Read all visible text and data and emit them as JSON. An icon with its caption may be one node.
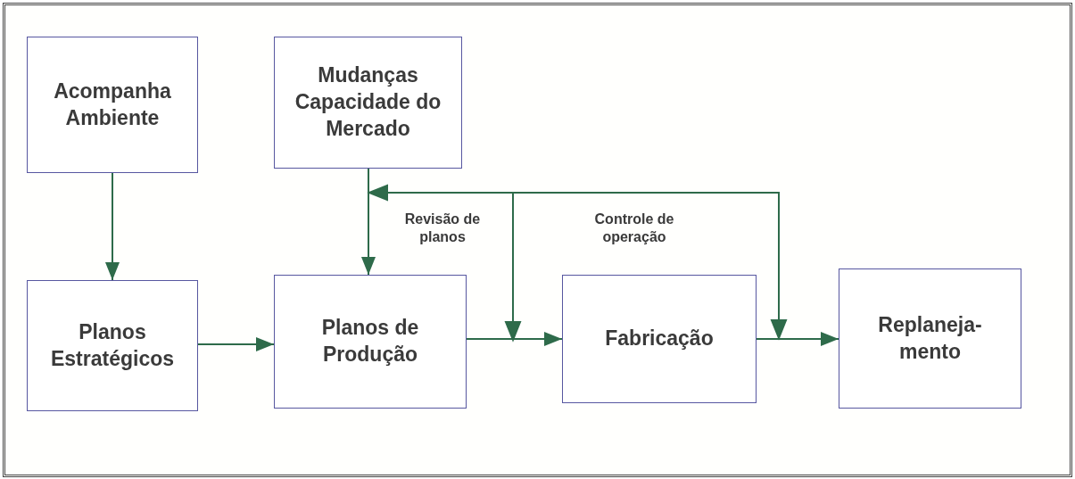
{
  "diagram": {
    "nodes": [
      {
        "text": [
          "Acompanha Ambiente"
        ]
      },
      {
        "text": [
          "Mudanças Capacidade do Mercado"
        ]
      },
      {
        "text": [
          "Planos Estratégicos"
        ]
      },
      {
        "text": [
          "Planos de Produção"
        ]
      },
      {
        "text": [
          "Fabricação"
        ]
      },
      {
        "text": [
          "Replaneja- mento"
        ]
      }
    ],
    "edges": [
      {
        "from": 0,
        "to": 2,
        "arrow": "to"
      },
      {
        "from": 1,
        "to": 3,
        "arrow": "to"
      },
      {
        "from": 2,
        "to": 3,
        "arrow": "to"
      },
      {
        "from": 3,
        "to": 4,
        "arrow": "to"
      },
      {
        "from": 4,
        "to": 5,
        "arrow": "to"
      }
    ],
    "labels": [
      "Revisão de planos",
      "Controle de operação"
    ]
  }
}
